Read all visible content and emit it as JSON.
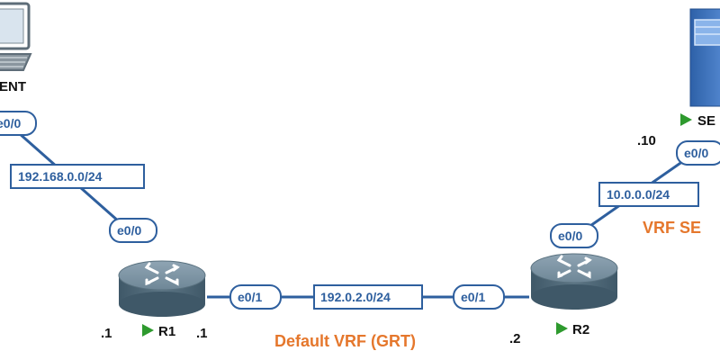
{
  "nodes": {
    "client": {
      "label": "ENT"
    },
    "server": {
      "label": "SE"
    },
    "r1": {
      "label": "R1"
    },
    "r2": {
      "label": "R2"
    }
  },
  "interfaces": {
    "client_e0": "e0/0",
    "r1_e0": "e0/0",
    "r1_e1": "e0/1",
    "r2_e1": "e0/1",
    "r2_e0": "e0/0",
    "server_e0": "e0/0"
  },
  "subnets": {
    "left": "192.168.0.0/24",
    "middle": "192.0.2.0/24",
    "right": "10.0.0.0/24"
  },
  "host_ids": {
    "r1_lan": ".1",
    "r1_core": ".1",
    "r2_core": ".2",
    "server": ".10"
  },
  "vrf_labels": {
    "default": "Default VRF (GRT)",
    "server": "VRF SE"
  },
  "colors": {
    "link": "#2e5f9e",
    "vrf_text": "#e5772c",
    "arrow": "#2e9a2e"
  },
  "icons": {
    "client": "laptop-icon",
    "server": "server-icon",
    "router": "router-icon"
  }
}
